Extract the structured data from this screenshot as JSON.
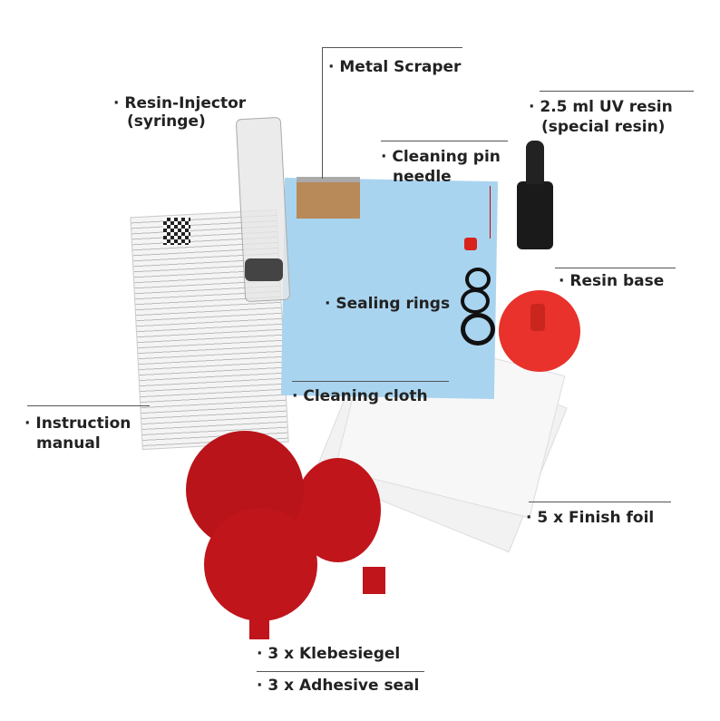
{
  "labels": {
    "metal_scraper": "· Metal Scraper",
    "resin_injector": "· Resin-Injector",
    "resin_injector_sub": "(syringe)",
    "uv_resin": "· 2.5 ml UV resin",
    "uv_resin_sub": "(special resin)",
    "cleaning_pin": "· Cleaning pin",
    "cleaning_pin_sub": "needle",
    "resin_base": "· Resin base",
    "sealing_rings": "· Sealing rings",
    "cleaning_cloth": "· Cleaning cloth",
    "instruction_manual": "· Instruction",
    "instruction_manual_sub": "manual",
    "finish_foil": "· 5 x Finish foil",
    "klebesiegel": "· 3 x Klebesiegel",
    "adhesive_seal": "· 3 x Adhesive seal"
  },
  "colors": {
    "cloth": "#a9d4ef",
    "red_parts": "#c0151b",
    "resin_base": "#e8322b"
  }
}
